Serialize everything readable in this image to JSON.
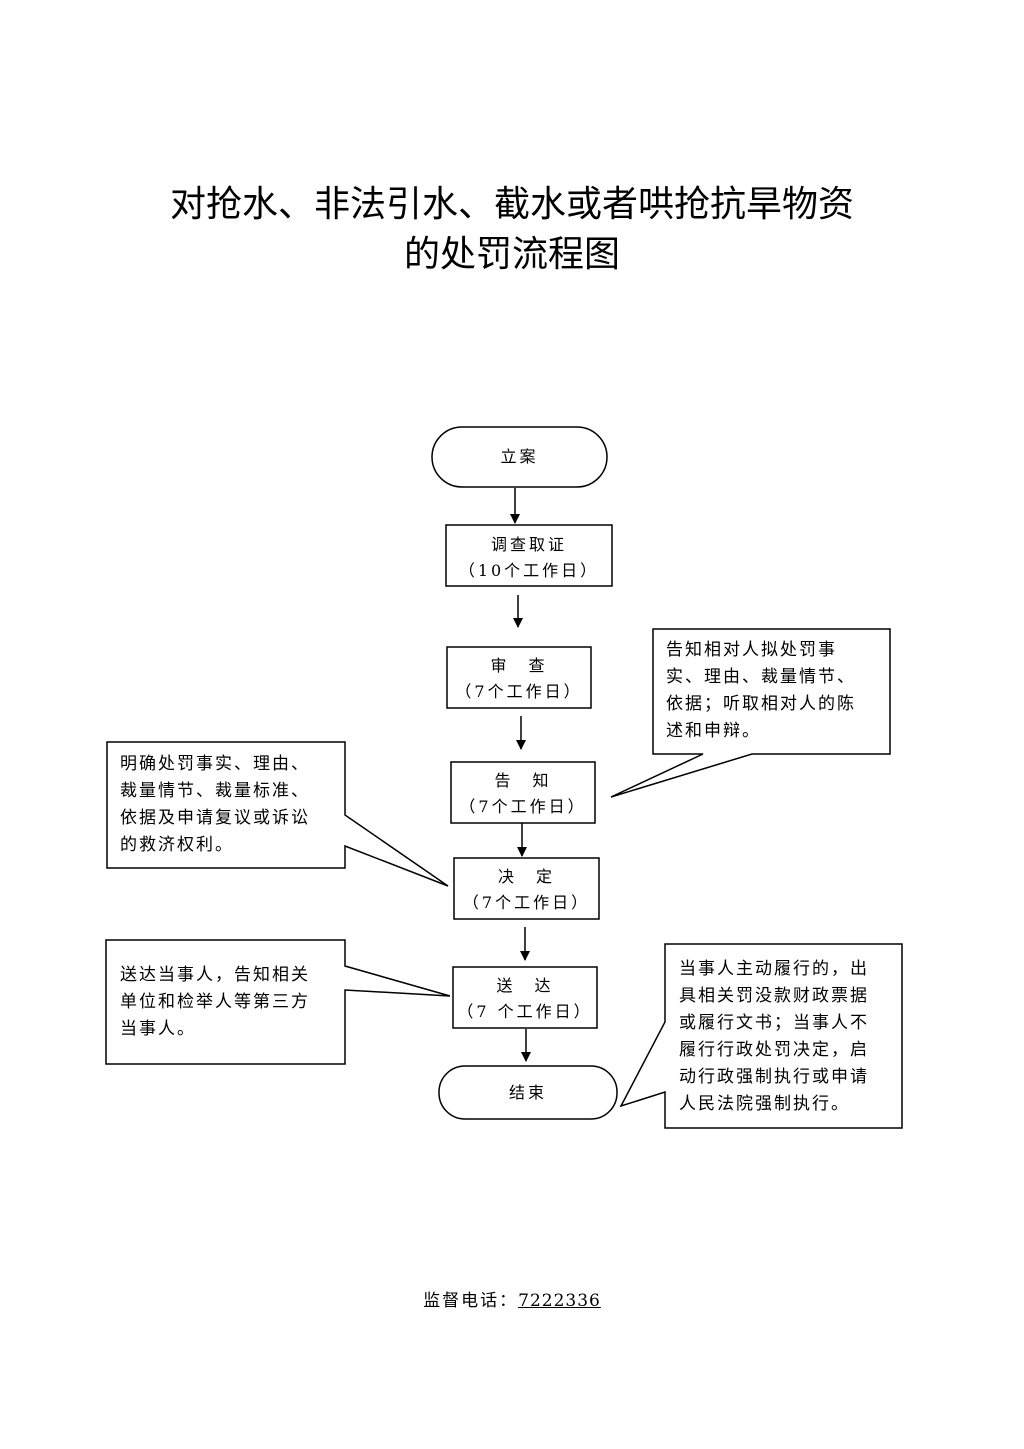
{
  "title": {
    "line1": "对抢水、非法引水、截水或者哄抢抗旱物资",
    "line2": "的处罚流程图"
  },
  "steps": {
    "start": {
      "label": "立案"
    },
    "investigate": {
      "label": "调查取证",
      "duration": "（10个工作日）"
    },
    "review": {
      "label": "审　查",
      "duration": "（7个工作日）"
    },
    "notify": {
      "label": "告　知",
      "duration": "（7个工作日）"
    },
    "decide": {
      "label": "决　定",
      "duration": "（7个工作日）"
    },
    "deliver": {
      "label": "送　达",
      "duration": "（7 个工作日）"
    },
    "end": {
      "label": "结束"
    }
  },
  "notes": {
    "notify_note": "告知相对人拟处罚事\n实、理由、裁量情节、\n依据；听取相对人的陈\n述和申辩。",
    "decide_note": "明确处罚事实、理由、\n裁量情节、裁量标准、\n依据及申请复议或诉讼\n的救济权利。",
    "deliver_note": "送达当事人，告知相关\n单位和检举人等第三方\n当事人。",
    "end_note": "当事人主动履行的，出\n具相关罚没款财政票据\n或履行文书；当事人不\n履行行政处罚决定，启\n动行政强制执行或申请\n人民法院强制执行。"
  },
  "footer": {
    "label": "监督电话：",
    "phone": "7222336"
  }
}
